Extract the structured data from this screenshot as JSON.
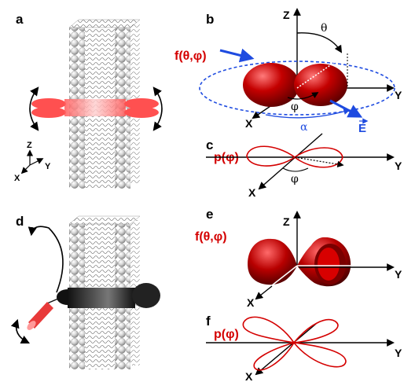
{
  "panels": {
    "a": {
      "letter": "a",
      "axes": {
        "z": "Z",
        "y": "Y",
        "x": "X"
      }
    },
    "b": {
      "letter": "b",
      "func": "f(θ,φ)",
      "axes": {
        "z": "Z",
        "y": "Y",
        "x": "X"
      },
      "theta": "θ",
      "phi": "φ",
      "alpha": "α",
      "field": "E"
    },
    "c": {
      "letter": "c",
      "func": "p(φ)",
      "axes": {
        "y": "Y",
        "x": "X"
      },
      "phi": "φ"
    },
    "d": {
      "letter": "d"
    },
    "e": {
      "letter": "e",
      "func": "f(θ,φ)",
      "axes": {
        "z": "Z",
        "y": "Y",
        "x": "X"
      }
    },
    "f": {
      "letter": "f",
      "func": "p(φ)",
      "axes": {
        "y": "Y",
        "x": "X"
      }
    }
  },
  "colors": {
    "lobe": "#d40000",
    "field": "#1e4be0",
    "axis": "#000000",
    "membrane": "#c8c8c8"
  }
}
